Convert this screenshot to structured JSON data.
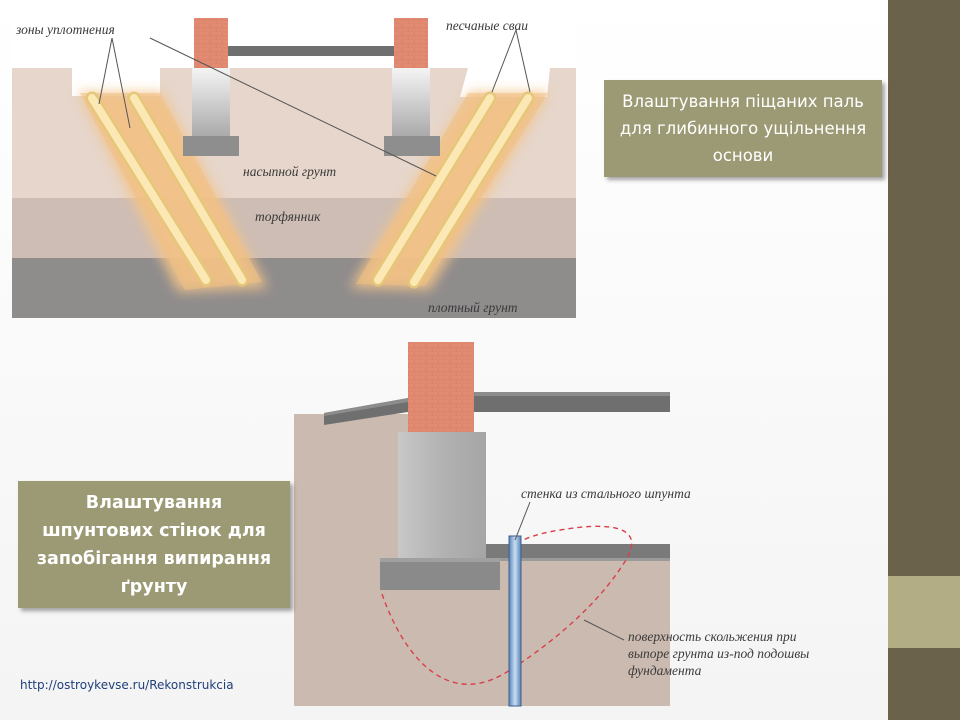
{
  "top_diagram": {
    "label_compaction_zones": "зоны уплотнения",
    "label_sand_piles": "песчаные сваи",
    "label_fill_soil": "насыпной грунт",
    "label_peat": "торфянник",
    "label_dense_soil": "плотный грунт"
  },
  "top_caption": "Влаштування піщаних паль для глибинного ущільнення основи",
  "bottom_diagram": {
    "label_sheet_pile_wall": "стенка из стального шпунта",
    "label_slip_surface_1": "поверхность скольжения при",
    "label_slip_surface_2": "выпоре грунта из-под подошвы",
    "label_slip_surface_3": "фундамента"
  },
  "bottom_caption": "Влаштування шпунтових стінок для запобігання випирання ґрунту",
  "source_url": "http://ostroykevse.ru/Rekonstrukcia",
  "colors": {
    "accent_dark": "#6b624c",
    "accent_light": "#b2ad84",
    "caption_bg": "#9c9a74",
    "brick": "#e08b72",
    "concrete": "#b9b9b9",
    "fill_soil": "#e3d2c6",
    "peat": "#cbbbb1",
    "dense_soil": "#8f8d8d",
    "pile": "#f5dea0",
    "compaction_glow": "#f5c58a",
    "slip_line": "#d9404a",
    "sheet_pile": "#8fb3d9"
  }
}
